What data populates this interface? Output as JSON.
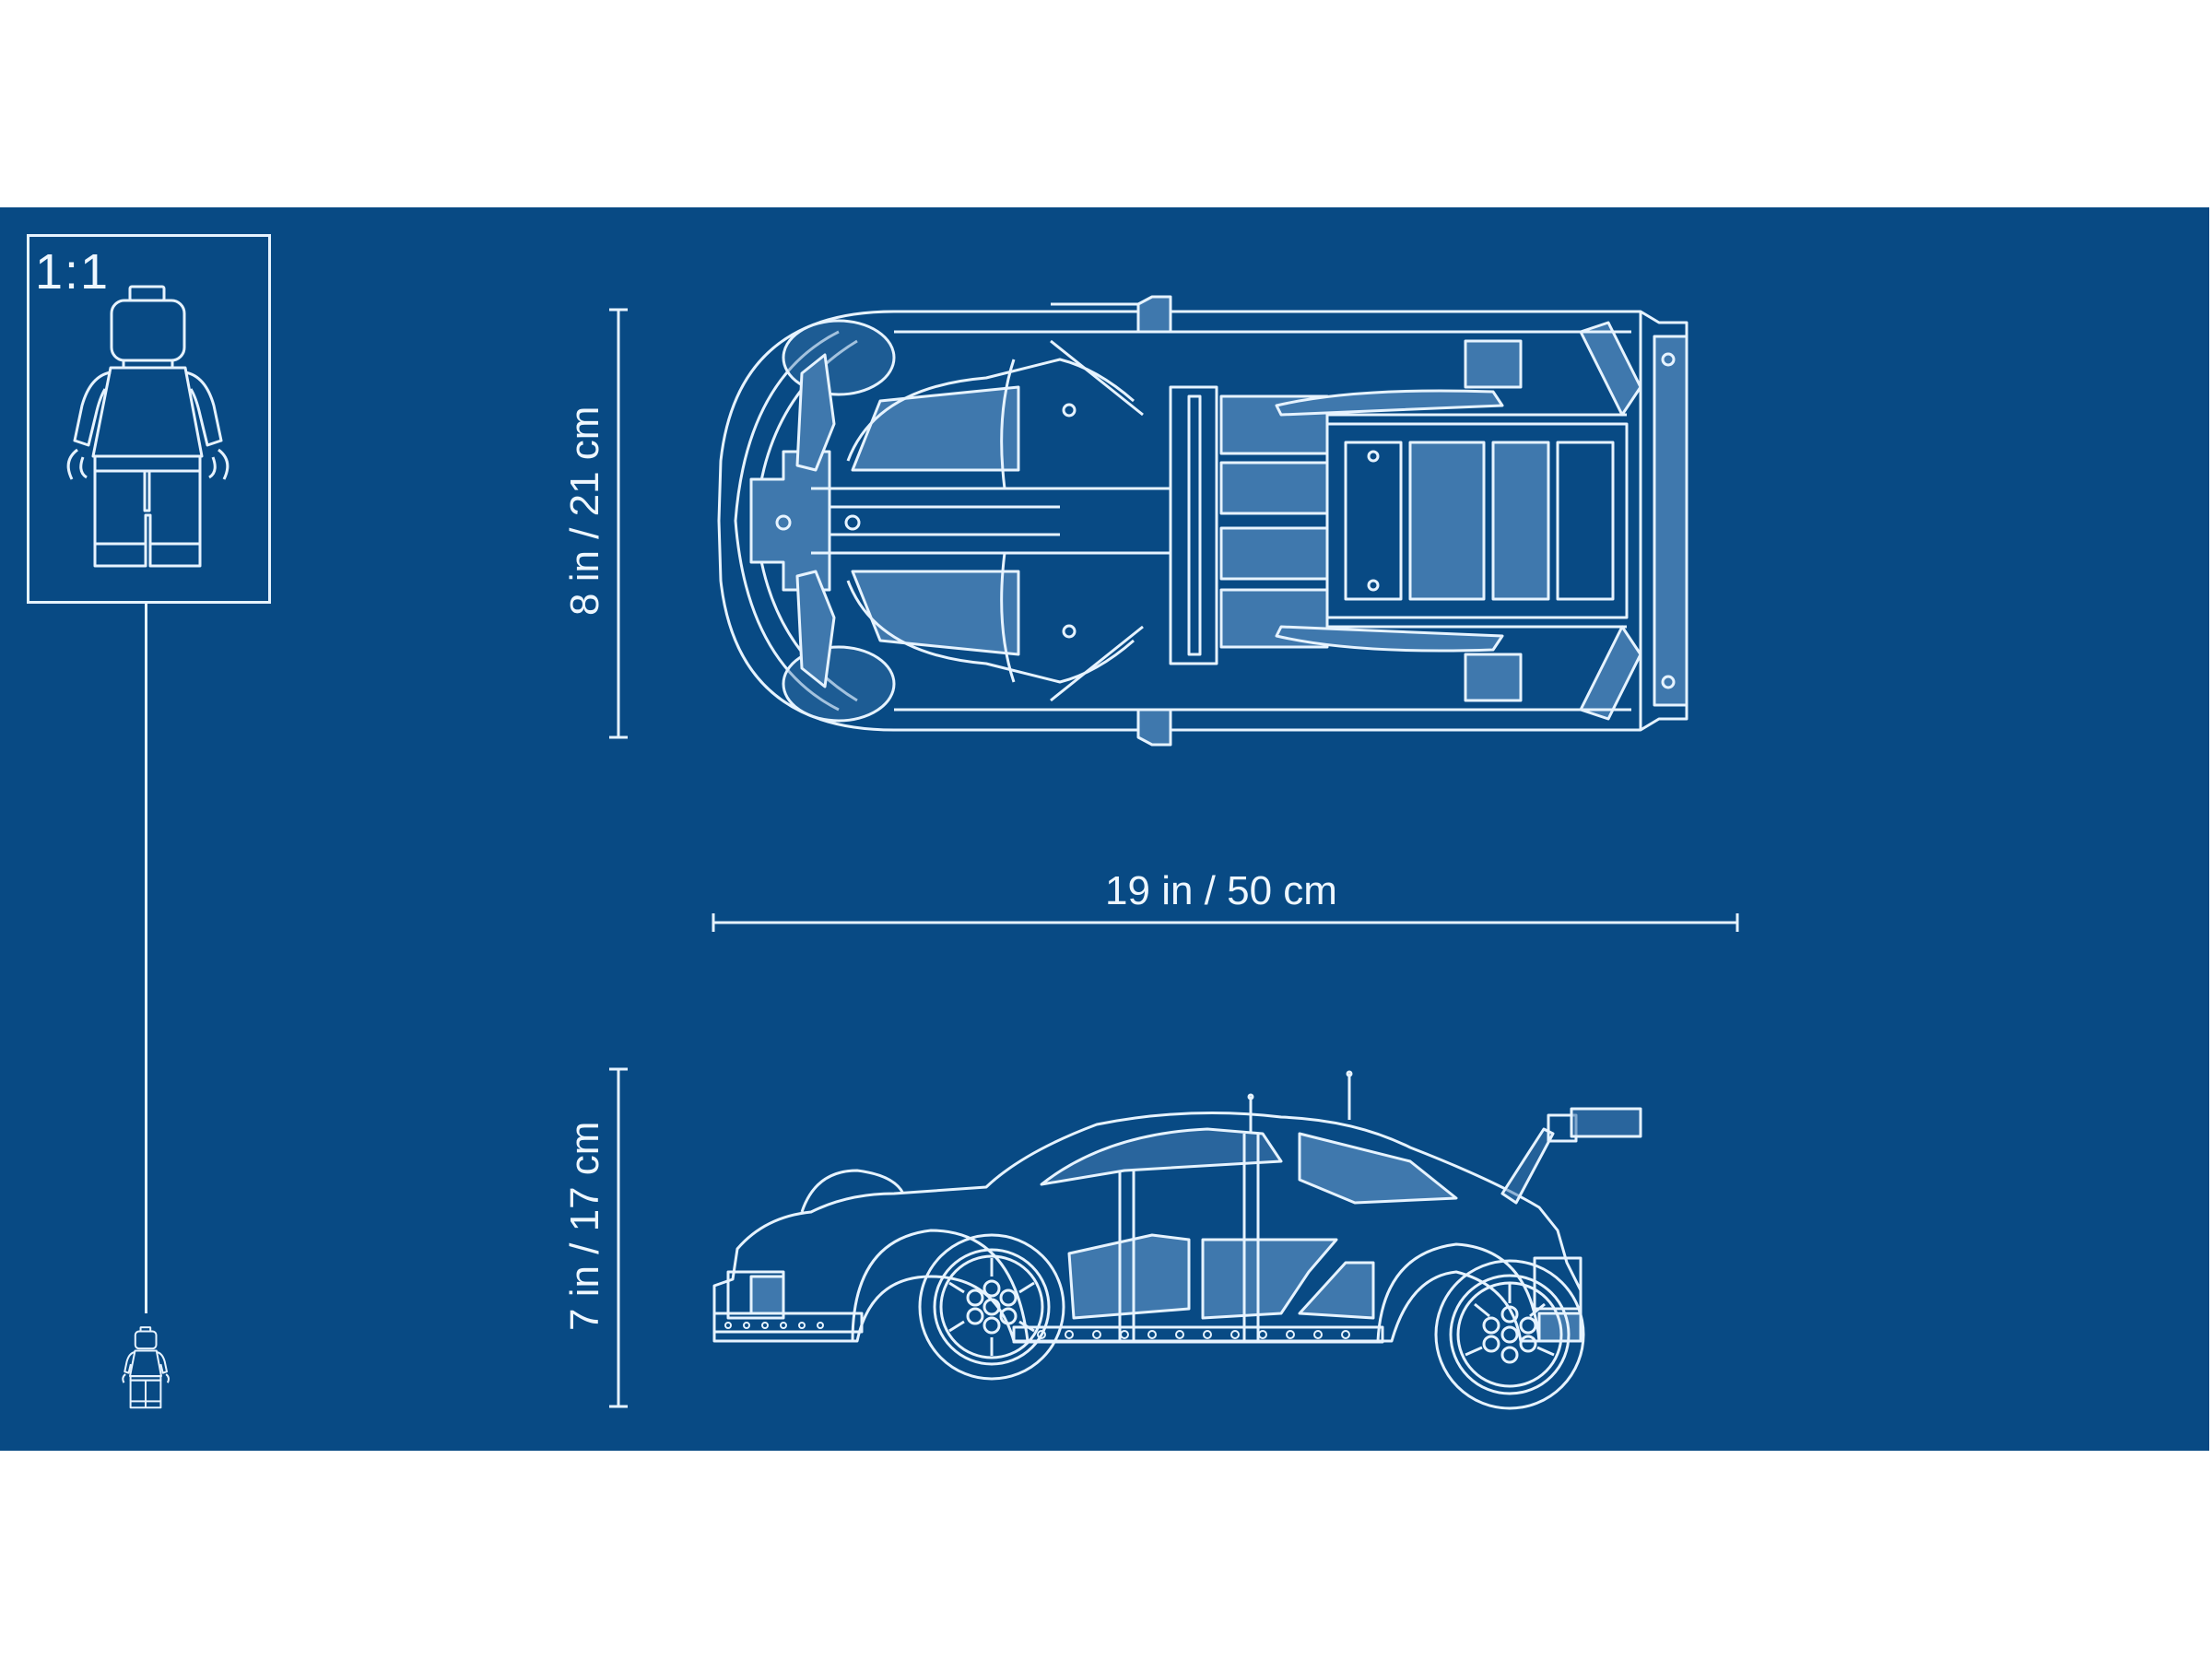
{
  "colors": {
    "background_band": "#084a84",
    "line": "#e6f3ff",
    "fill_light": "#3f78ad",
    "page": "#ffffff"
  },
  "scale_box": {
    "label": "1:1",
    "figure": "minifigure-outline"
  },
  "small_figure": "minifigure-outline-small",
  "dimensions": {
    "width": "8 in / 21 cm",
    "length": "19 in / 50 cm",
    "height": "7 in / 17 cm"
  },
  "views": {
    "top": "car-top-view-blueprint",
    "side": "car-side-view-blueprint"
  }
}
